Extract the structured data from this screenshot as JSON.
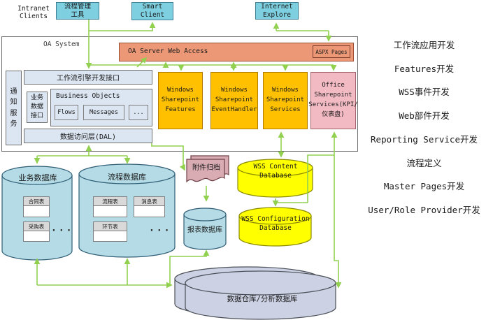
{
  "clients": {
    "intranet": "Intranet\nClients",
    "process_tool": "流程管理\n工具",
    "smart": "Smart\nClient",
    "ie": "Internet\nExplore"
  },
  "oa": {
    "title": "OA System",
    "web_access": "OA Server Web Access",
    "aspx": "ASPX Pages",
    "notify": "通知服务",
    "wf_api": "工作流引擎开发接口",
    "biz_api": "业务数据接口",
    "bo": {
      "title": "Business Objects",
      "items": [
        "Flows",
        "Messages",
        "..."
      ]
    },
    "dal": "数据访问层(DAL)",
    "components": [
      "Windows Sharepoint Features",
      "Windows Sharepoint EventHandler",
      "Windows Sharepoint Services",
      "Office Sharepoint Services(KPI/仪表盘)"
    ]
  },
  "dev_labels": [
    "工作流应用开发",
    "Features开发",
    "WSS事件开发",
    "Web部件开发",
    "Reporting Service开发",
    "流程定义",
    "Master Pages开发",
    "User/Role Provider开发"
  ],
  "storage": {
    "biz_db": {
      "label": "业务数据库",
      "tables": [
        "合同表",
        "采购表"
      ],
      "more": "···"
    },
    "flow_db": {
      "label": "流程数据库",
      "tables": [
        "流程表",
        "消息表",
        "环节表"
      ],
      "more": "···"
    },
    "archive": "附件归档",
    "report_db": "报表数据库",
    "wss_content": "WSS Content Database",
    "wss_config": "WSS Configuration Database",
    "warehouse": "数据仓库/分析数据库"
  },
  "colors": {
    "client_box": "#7ECFDF",
    "web_access_bar": "#EC9877",
    "component_box": "#FFC000",
    "office_sp_box": "#F2BAC3",
    "panel": "#DCE6F2",
    "db_cylinder": "#B5DCE6",
    "wss_cylinder": "#FFFF00",
    "warehouse_cylinder": "#CCD2E4",
    "archive_doc": "#D9ACB4",
    "arrow": "#92D050"
  }
}
